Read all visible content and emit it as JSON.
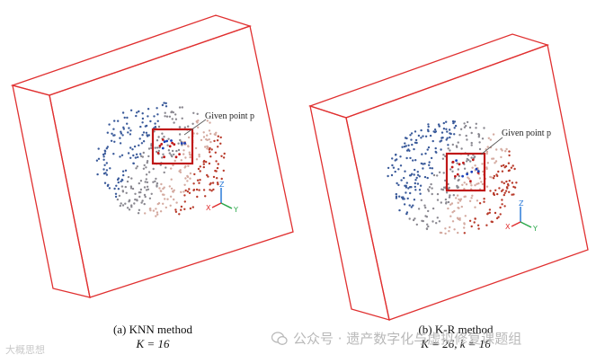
{
  "panels": [
    {
      "id": "a",
      "caption_label": "(a)   KNN method",
      "caption_equation": "K = 16",
      "annotation": "Given point p",
      "axis_labels": {
        "x": "X",
        "y": "Y",
        "z": "Z"
      }
    },
    {
      "id": "b",
      "caption_label": "(b)   K-R method",
      "caption_equation": "K = 26, k = 16",
      "annotation": "Given point p",
      "axis_labels": {
        "x": "X",
        "y": "Y",
        "z": "Z"
      }
    }
  ],
  "watermark": {
    "left_text": "大概思想",
    "right_text": "公众号 · 遗产数字化与虚拟修复课题组"
  },
  "colors": {
    "box_outline": "#e03030",
    "selection_box": "#c01818",
    "blue_points": "#3a5a9a",
    "gray_points": "#8a8890",
    "pink_points": "#d4aaa0",
    "red_points": "#b83a2a",
    "axis_x": "#e03030",
    "axis_y": "#2aa84a",
    "axis_z": "#2a7ad8"
  }
}
